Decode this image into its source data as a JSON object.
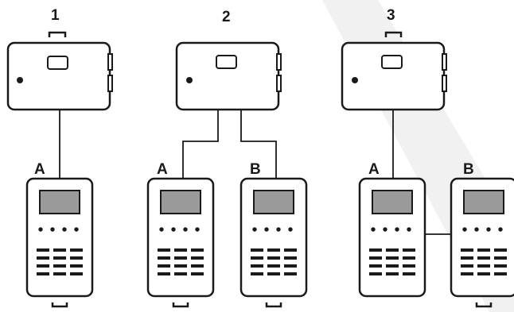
{
  "diagram": {
    "configurations": [
      {
        "number": "1",
        "keypads": [
          "A"
        ]
      },
      {
        "number": "2",
        "keypads": [
          "A",
          "B"
        ]
      },
      {
        "number": "3",
        "keypads": [
          "A",
          "B"
        ]
      }
    ]
  },
  "colors": {
    "stroke": "#1a1a1a",
    "screen_fill": "#9a9a9a",
    "background": "#ffffff",
    "watermark": "#f1f1f1"
  }
}
